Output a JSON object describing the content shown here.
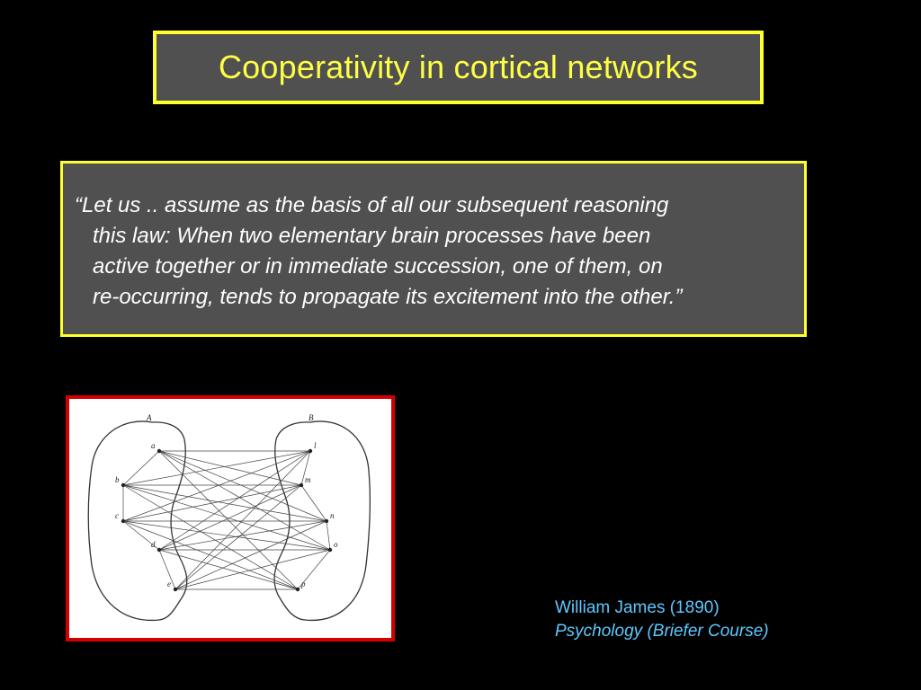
{
  "slide": {
    "title": "Cooperativity in cortical networks",
    "quote_lines": [
      "“Let us .. assume as the basis of all our subsequent reasoning",
      "this law: When two elementary brain processes have been",
      "active together or in immediate succession, one of them, on",
      "re-occurring, tends to propagate its excitement into the other.”"
    ],
    "citation": {
      "author": "William James (1890)",
      "book": "Psychology (Briefer Course)"
    }
  },
  "figure": {
    "region_labels": [
      "A",
      "B"
    ],
    "left_nodes": [
      "a",
      "b",
      "c",
      "d",
      "e"
    ],
    "right_nodes": [
      "l",
      "m",
      "n",
      "o",
      "p"
    ]
  },
  "colors": {
    "background": "#000000",
    "box_fill": "#505050",
    "box_border": "#ffff2e",
    "title_text": "#ffff44",
    "quote_text": "#ffffff",
    "citation_text": "#5ec8ff",
    "figure_border": "#d40000"
  }
}
